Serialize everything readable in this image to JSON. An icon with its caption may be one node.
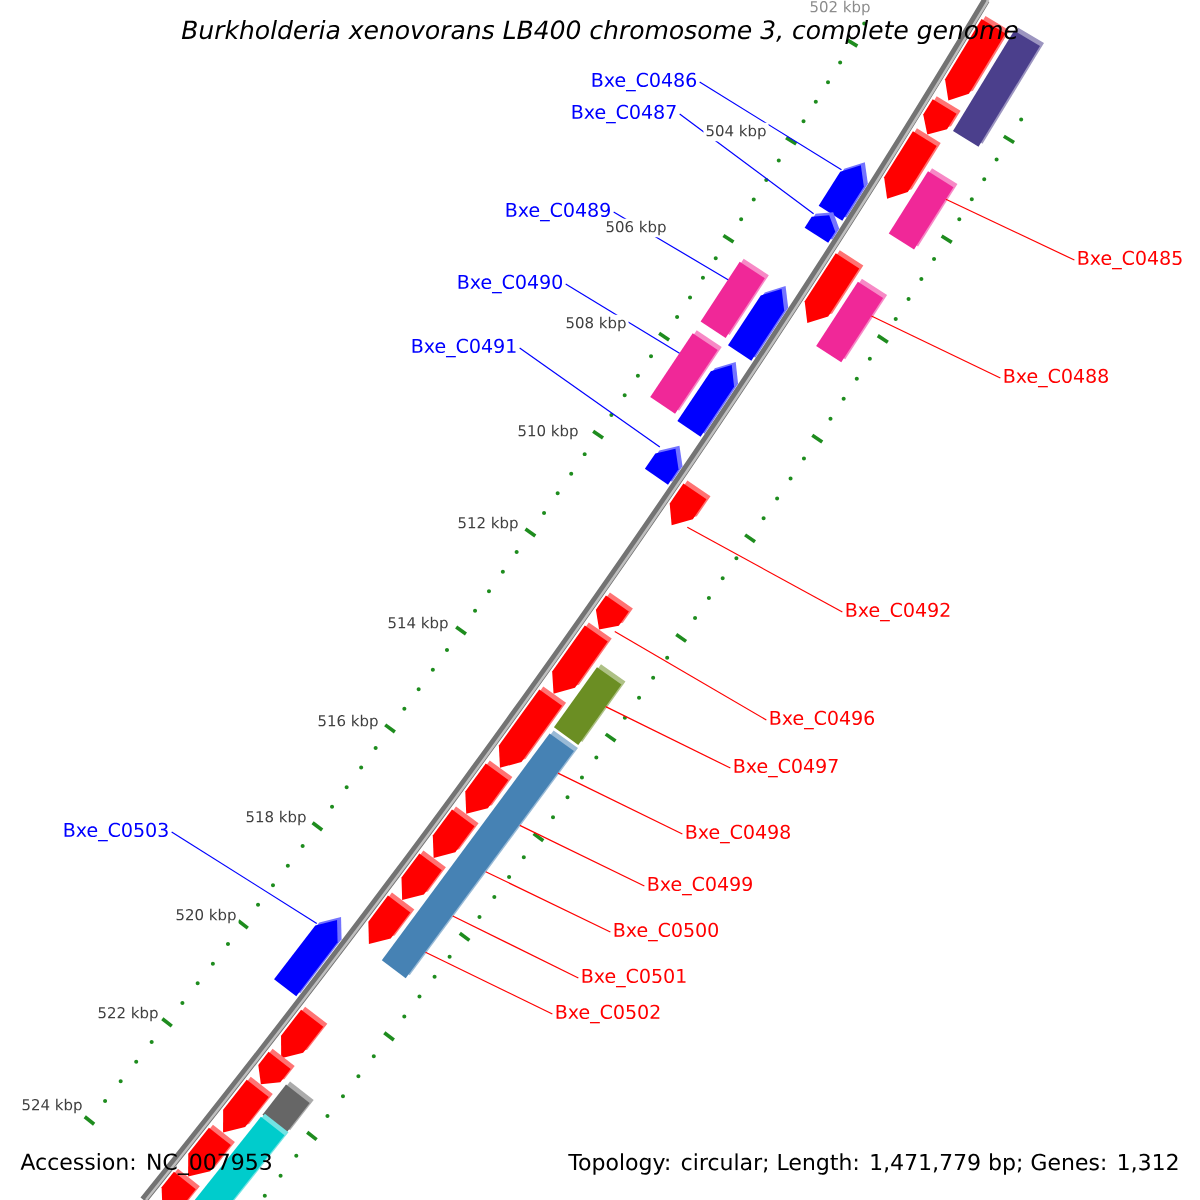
{
  "diagram": {
    "title": "Burkholderia xenovorans LB400 chromosome 3, complete genome",
    "nodes": [
      {
        "text": [
          "Bxe_C0486"
        ]
      },
      {
        "text": [
          "Bxe_C0487"
        ]
      },
      {
        "text": [
          "Bxe_C0489"
        ]
      },
      {
        "text": [
          "Bxe_C0485"
        ]
      },
      {
        "text": [
          "Bxe_C0490"
        ]
      },
      {
        "text": [
          "Bxe_C0491"
        ]
      },
      {
        "text": [
          "Bxe_C0488"
        ]
      },
      {
        "text": [
          "Bxe_C0492"
        ]
      },
      {
        "text": [
          "Bxe_C0496"
        ]
      },
      {
        "text": [
          "Bxe_C0497"
        ]
      },
      {
        "text": [
          "Bxe_C0503"
        ]
      },
      {
        "text": [
          "Bxe_C0498"
        ]
      },
      {
        "text": [
          "Bxe_C0499"
        ]
      },
      {
        "text": [
          "Bxe_C0500"
        ]
      },
      {
        "text": [
          "Bxe_C0501"
        ]
      },
      {
        "text": [
          "Bxe_C0502"
        ]
      },
      {
        "text": [],
        "shape": "box"
      },
      {
        "text": [],
        "shape": "pentagon"
      },
      {
        "text": [],
        "shape": "pentagon"
      },
      {
        "text": [],
        "shape": "pentagon"
      },
      {
        "text": [],
        "shape": "box"
      },
      {
        "text": [],
        "shape": "pentagon"
      },
      {
        "text": [],
        "shape": "pentagon"
      },
      {
        "text": [],
        "shape": "pentagon"
      },
      {
        "text": [],
        "shape": "box"
      },
      {
        "text": [],
        "shape": "box"
      },
      {
        "text": [],
        "shape": "pentagon"
      },
      {
        "text": [],
        "shape": "box"
      },
      {
        "text": [],
        "shape": "pentagon"
      },
      {
        "text": [],
        "shape": "pentagon"
      },
      {
        "text": [],
        "shape": "pentagon"
      },
      {
        "text": [],
        "shape": "pentagon"
      },
      {
        "text": [],
        "shape": "pentagon"
      },
      {
        "text": [],
        "shape": "box"
      },
      {
        "text": [],
        "shape": "pentagon"
      },
      {
        "text": [],
        "shape": "box"
      },
      {
        "text": [],
        "shape": "pentagon"
      },
      {
        "text": [],
        "shape": "pentagon"
      },
      {
        "text": [],
        "shape": "pentagon"
      },
      {
        "text": [],
        "shape": "pentagon"
      },
      {
        "text": [],
        "shape": "pentagon"
      },
      {
        "text": [],
        "shape": "pentagon"
      },
      {
        "text": [],
        "shape": "pentagon"
      },
      {
        "text": [],
        "shape": "box"
      },
      {
        "text": [],
        "shape": "pentagon"
      },
      {
        "text": [],
        "shape": "box"
      },
      {
        "text": [],
        "shape": "pentagon"
      },
      {
        "text": [],
        "shape": "pentagon"
      }
    ],
    "edges": [
      {
        "from": 0,
        "to": 21,
        "arrow": "none",
        "color": "#0000ff"
      },
      {
        "from": 1,
        "to": 22,
        "arrow": "none",
        "color": "#0000ff"
      },
      {
        "from": 2,
        "to": 25,
        "arrow": "none",
        "color": "#0000ff"
      },
      {
        "from": 3,
        "to": 20,
        "arrow": "none"
      },
      {
        "from": 4,
        "to": 27,
        "arrow": "none",
        "color": "#0000ff"
      },
      {
        "from": 5,
        "to": 29,
        "arrow": "none",
        "color": "#0000ff"
      },
      {
        "from": 6,
        "to": 24,
        "arrow": "none"
      },
      {
        "from": 7,
        "to": 30,
        "arrow": "none"
      },
      {
        "from": 8,
        "to": 31,
        "arrow": "none"
      },
      {
        "from": 9,
        "to": 33,
        "arrow": "none"
      },
      {
        "from": 10,
        "to": 40,
        "arrow": "none",
        "color": "#0000ff"
      },
      {
        "from": 11,
        "to": 35,
        "arrow": "none"
      },
      {
        "from": 12,
        "to": 35,
        "arrow": "none"
      },
      {
        "from": 13,
        "to": 35,
        "arrow": "none"
      },
      {
        "from": 14,
        "to": 35,
        "arrow": "none"
      },
      {
        "from": 15,
        "to": 35,
        "arrow": "none"
      }
    ],
    "labels": [
      "502 kbp",
      "504 kbp",
      "506 kbp",
      "508 kbp",
      "510 kbp",
      "512 kbp",
      "514 kbp",
      "516 kbp",
      "518 kbp",
      "520 kbp",
      "522 kbp",
      "524 kbp",
      "Accession: NC_007953",
      "Topology: circular; Length: 1,471,779 bp; Genes: 1,312"
    ]
  }
}
